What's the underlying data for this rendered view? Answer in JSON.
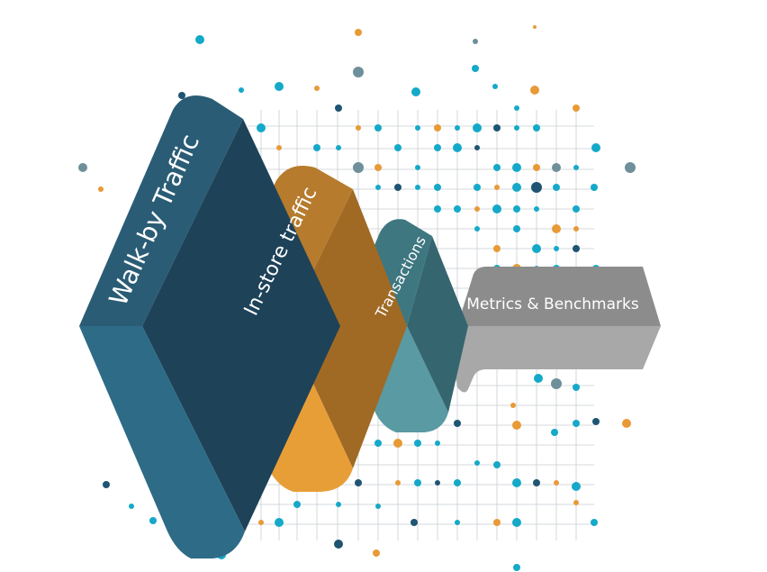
{
  "stages": [
    {
      "label": "Walk-by Traffic"
    },
    {
      "label": "In-store traffic"
    },
    {
      "label": "Transactions"
    },
    {
      "label": "Metrics & Benchmarks"
    }
  ],
  "colors": {
    "stage1_top": "#2a5c75",
    "stage1_side": "#1e4258",
    "stage1_bottom": "#2e6b87",
    "stage2_top": "#b67b2d",
    "stage2_side": "#a06a25",
    "stage2_bottom": "#e89e37",
    "stage3_top": "#3e7780",
    "stage3_side": "#356670",
    "stage3_bottom": "#5a9aa2",
    "stage4_top": "#8c8c8c",
    "stage4_bottom": "#a8a8a8",
    "dot_teal": "#15a9c9",
    "dot_navy": "#1f5573",
    "dot_orange": "#e89a37",
    "dot_grey": "#6f8f9a"
  }
}
